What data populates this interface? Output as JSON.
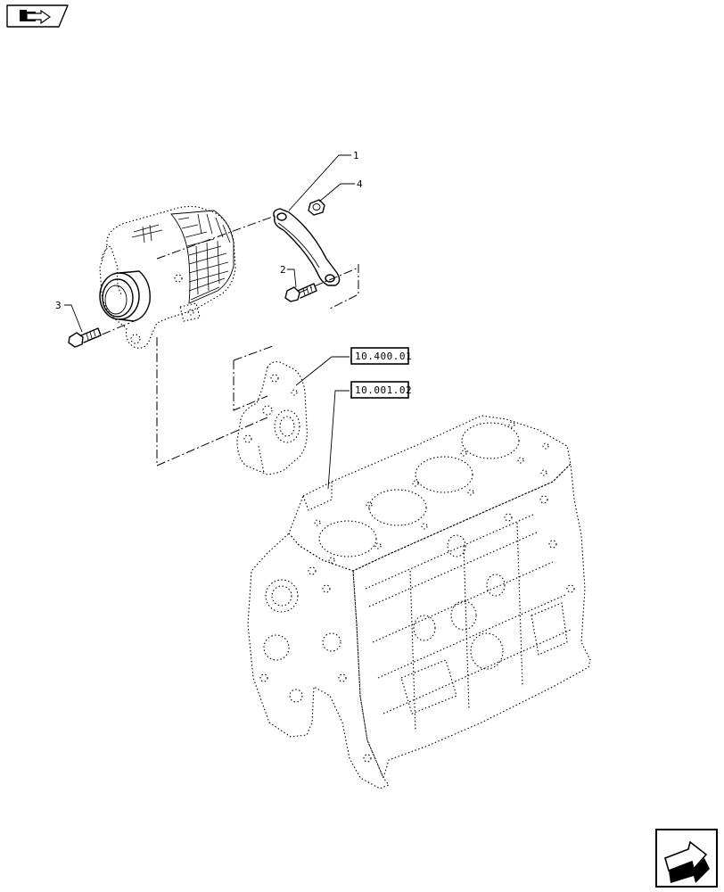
{
  "diagram": {
    "callouts": [
      {
        "id": "1",
        "label": "1"
      },
      {
        "id": "2",
        "label": "2"
      },
      {
        "id": "3",
        "label": "3"
      },
      {
        "id": "4",
        "label": "4"
      }
    ],
    "references": [
      {
        "id": "ref-10-400-01",
        "label": "10.400.01"
      },
      {
        "id": "ref-10-001-02",
        "label": "10.001.02"
      }
    ]
  },
  "navigation": {
    "top_icon": "book-arrow-icon",
    "bottom_icon": "next-page-arrow-icon"
  }
}
